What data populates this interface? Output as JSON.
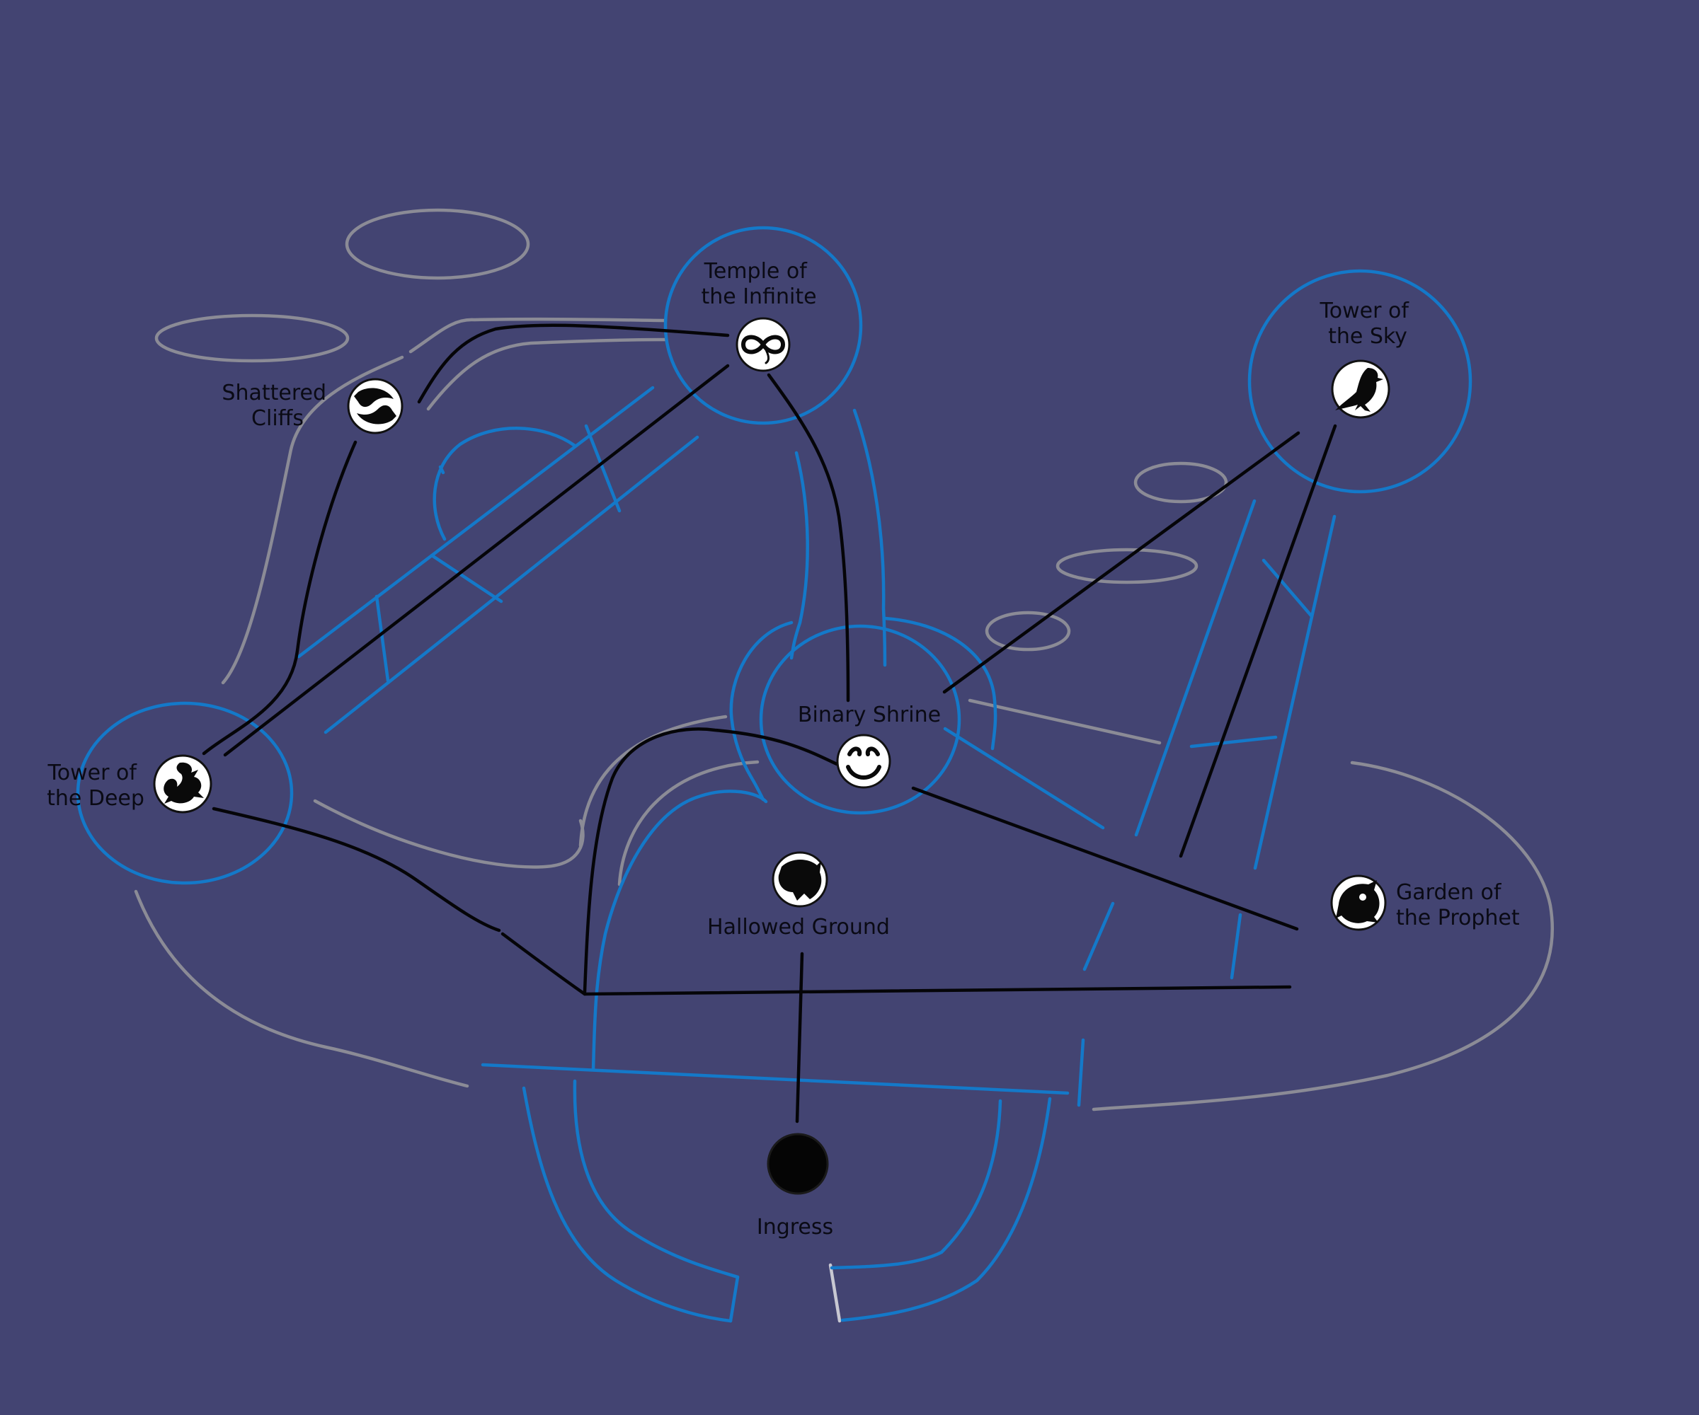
{
  "map": {
    "colors": {
      "background": "#434472",
      "zone_ring": "#1479c9",
      "bridge": "#1479c9",
      "terrain_outline": "#8b8b96",
      "path": "#050508"
    },
    "locations": [
      {
        "id": "temple",
        "label_lines": [
          "Temple of",
          "the Infinite"
        ],
        "icon": "infinity-icon"
      },
      {
        "id": "sky",
        "label_lines": [
          "Tower of",
          "the Sky"
        ],
        "icon": "raven-icon"
      },
      {
        "id": "cliffs",
        "label_lines": [
          "Shattered",
          "Cliffs"
        ],
        "icon": "twin-fish-icon"
      },
      {
        "id": "shrine",
        "label_lines": [
          "Binary Shrine"
        ],
        "icon": "binary-face-icon"
      },
      {
        "id": "deep",
        "label_lines": [
          "Tower of",
          "the Deep"
        ],
        "icon": "dragon-icon"
      },
      {
        "id": "hallowed",
        "label_lines": [
          "Hallowed Ground"
        ],
        "icon": "wolf-icon"
      },
      {
        "id": "garden",
        "label_lines": [
          "Garden of",
          "the Prophet"
        ],
        "icon": "beast-icon"
      },
      {
        "id": "ingress",
        "label_lines": [
          "Ingress"
        ],
        "icon": "black-portal-icon"
      }
    ]
  }
}
